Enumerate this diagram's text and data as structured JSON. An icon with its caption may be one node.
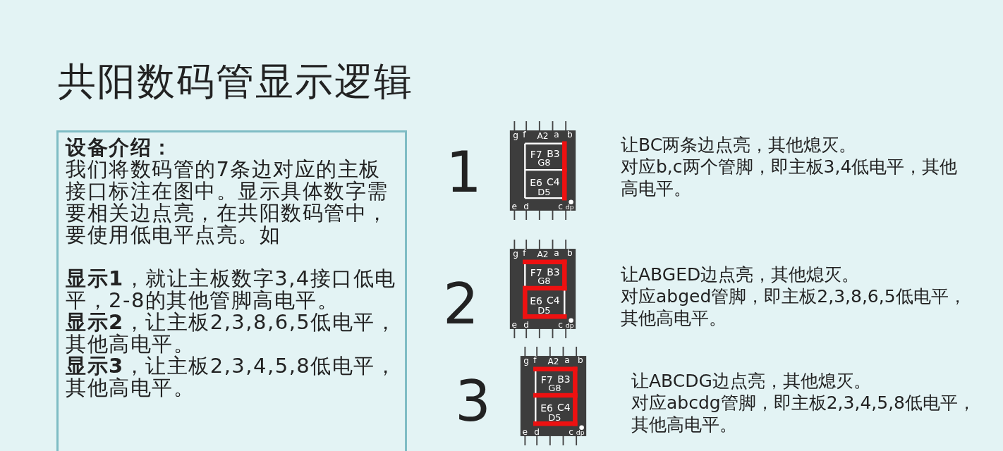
{
  "diagram": {
    "title": "共阳数码管显示逻辑",
    "nodes": [
      {
        "text": [
          "设备介绍：",
          "我们将数码管的7条边对应的主板接口标注在图中。显示具体数字需要相关边点亮，在共阳数码管中，要使用低电平点亮。如",
          "**显示1**，就让主板数字3,4接口低电平，2-8的其他管脚高电平。",
          "**显示2**，让主板2,3,8,6,5低电平，其他高电平。",
          "**显示3**，让主板2,3,4,5,8低电平，其他高电平。"
        ]
      },
      {
        "text": [
          "g",
          "f",
          "A2",
          "a",
          "b",
          "F7",
          "B3",
          "G8",
          "E6",
          "C4",
          "D5",
          "e",
          "d",
          "c",
          "dp"
        ],
        "beside": [
          "1",
          "让BC两条边点亮，其他熄灭。",
          "对应b,c两个管脚，即主板3,4低电平，其他高电平。"
        ]
      },
      {
        "text": [
          "g",
          "f",
          "A2",
          "a",
          "b",
          "F7",
          "B3",
          "G8",
          "E6",
          "C4",
          "D5",
          "e",
          "d",
          "c",
          "dp"
        ],
        "beside": [
          "2",
          "让ABGED边点亮，其他熄灭。",
          "对应abged管脚，即主板2,3,8,6,5低电平，其他高电平。"
        ]
      },
      {
        "text": [
          "g",
          "f",
          "A2",
          "a",
          "b",
          "F7",
          "B3",
          "G8",
          "E6",
          "C4",
          "D5",
          "e",
          "d",
          "c",
          "dp"
        ],
        "beside": [
          "3",
          "让ABCDG边点亮，其他熄灭。",
          "对应abcdg管脚，即主板2,3,4,5,8低电平，其他高电平。"
        ]
      }
    ]
  }
}
